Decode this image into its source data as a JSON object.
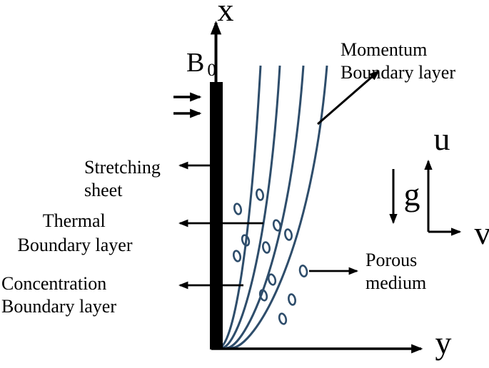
{
  "figure": {
    "background": "#ffffff",
    "colors": {
      "ink": "#000000",
      "curve": "#2e4d6b"
    },
    "axis_labels": {
      "x": "x",
      "y": "y",
      "u": "u",
      "v": "v",
      "g": "g"
    },
    "magnetic_field": {
      "symbol": "B",
      "subscript": "0"
    },
    "annotations": {
      "momentum": {
        "line1": "Momentum",
        "line2": "Boundary layer"
      },
      "stretching": {
        "line1": "Stretching",
        "line2": "sheet"
      },
      "thermal": {
        "line1": "Thermal",
        "line2": "Boundary layer"
      },
      "concentration": {
        "line1": "Concentration",
        "line2": "Boundary layer"
      },
      "porous": {
        "line1": "Porous",
        "line2": "medium"
      }
    }
  }
}
